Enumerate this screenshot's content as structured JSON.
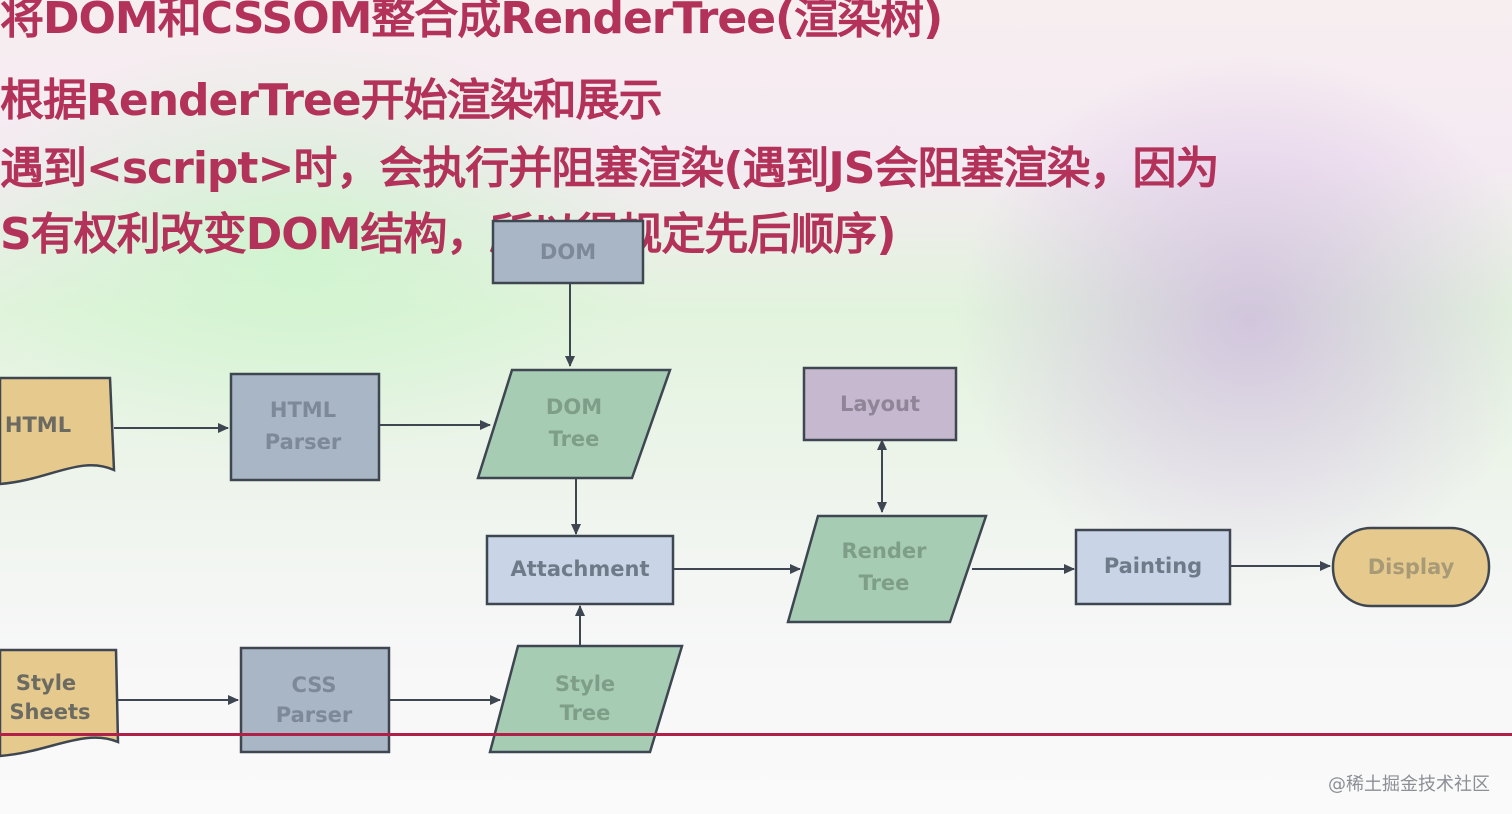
{
  "slide": {
    "bullets": [
      "将DOM和CSSOM整合成RenderTree(渲染树)",
      "根据RenderTree开始渲染和展示",
      "遇到<script>时，会执行并阻塞渲染(遇到JS会阻塞渲染，因为",
      "S有权利改变DOM结构，所以得规定先后顺序)"
    ]
  },
  "diagram": {
    "dom": "DOM",
    "html": "HTML",
    "html_parser": [
      "HTML",
      "Parser"
    ],
    "dom_tree": [
      "DOM",
      "Tree"
    ],
    "layout": "Layout",
    "attachment": "Attachment",
    "render_tree": [
      "Render",
      "Tree"
    ],
    "painting": "Painting",
    "display": "Display",
    "style_sheets": [
      "Style",
      "Sheets"
    ],
    "css_parser": [
      "CSS",
      "Parser"
    ],
    "style_tree": [
      "Style",
      "Tree"
    ]
  },
  "colors": {
    "bullet_text": "#b2325a",
    "parser_fill": "#a9b6c6",
    "tree_fill": "#a7ccb4",
    "doc_fill": "#e6c98d",
    "layout_fill": "#c6b9cf",
    "box_fill": "#c9d5e6",
    "stroke": "#3e4651",
    "accent_line": "#b02048"
  },
  "watermark": "@稀土掘金技术社区"
}
